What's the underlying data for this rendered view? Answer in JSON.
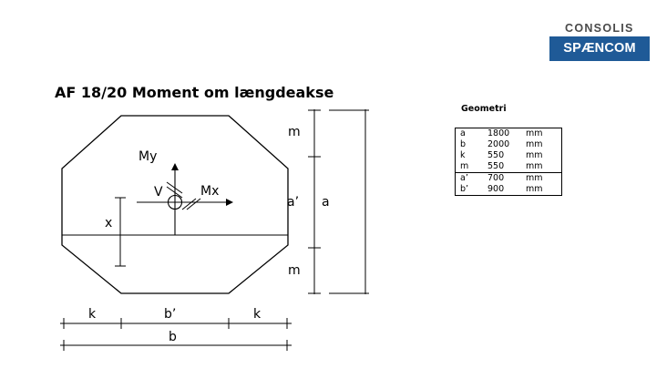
{
  "brand": {
    "top": "CONSOLIS",
    "box": "SPÆNCOM",
    "box_color": "#1f5a97"
  },
  "title": "AF 18/20 Moment om længdeakse",
  "geometry": {
    "heading": "Geometri",
    "groups": [
      [
        {
          "name": "a",
          "value": "1800",
          "unit": "mm"
        },
        {
          "name": "b",
          "value": "2000",
          "unit": "mm"
        },
        {
          "name": "k",
          "value": "550",
          "unit": "mm"
        },
        {
          "name": "m",
          "value": "550",
          "unit": "mm"
        }
      ],
      [
        {
          "name": "a’",
          "value": "700",
          "unit": "mm"
        },
        {
          "name": "b’",
          "value": "900",
          "unit": "mm"
        }
      ]
    ]
  },
  "diagram": {
    "labels": {
      "My": "My",
      "Mx": "Mx",
      "V": "V",
      "x": "x",
      "m_top": "m",
      "a_prime": "a’",
      "m_bottom": "m",
      "a": "a",
      "k_left": "k",
      "b_prime": "b’",
      "k_right": "k",
      "b": "b"
    }
  }
}
